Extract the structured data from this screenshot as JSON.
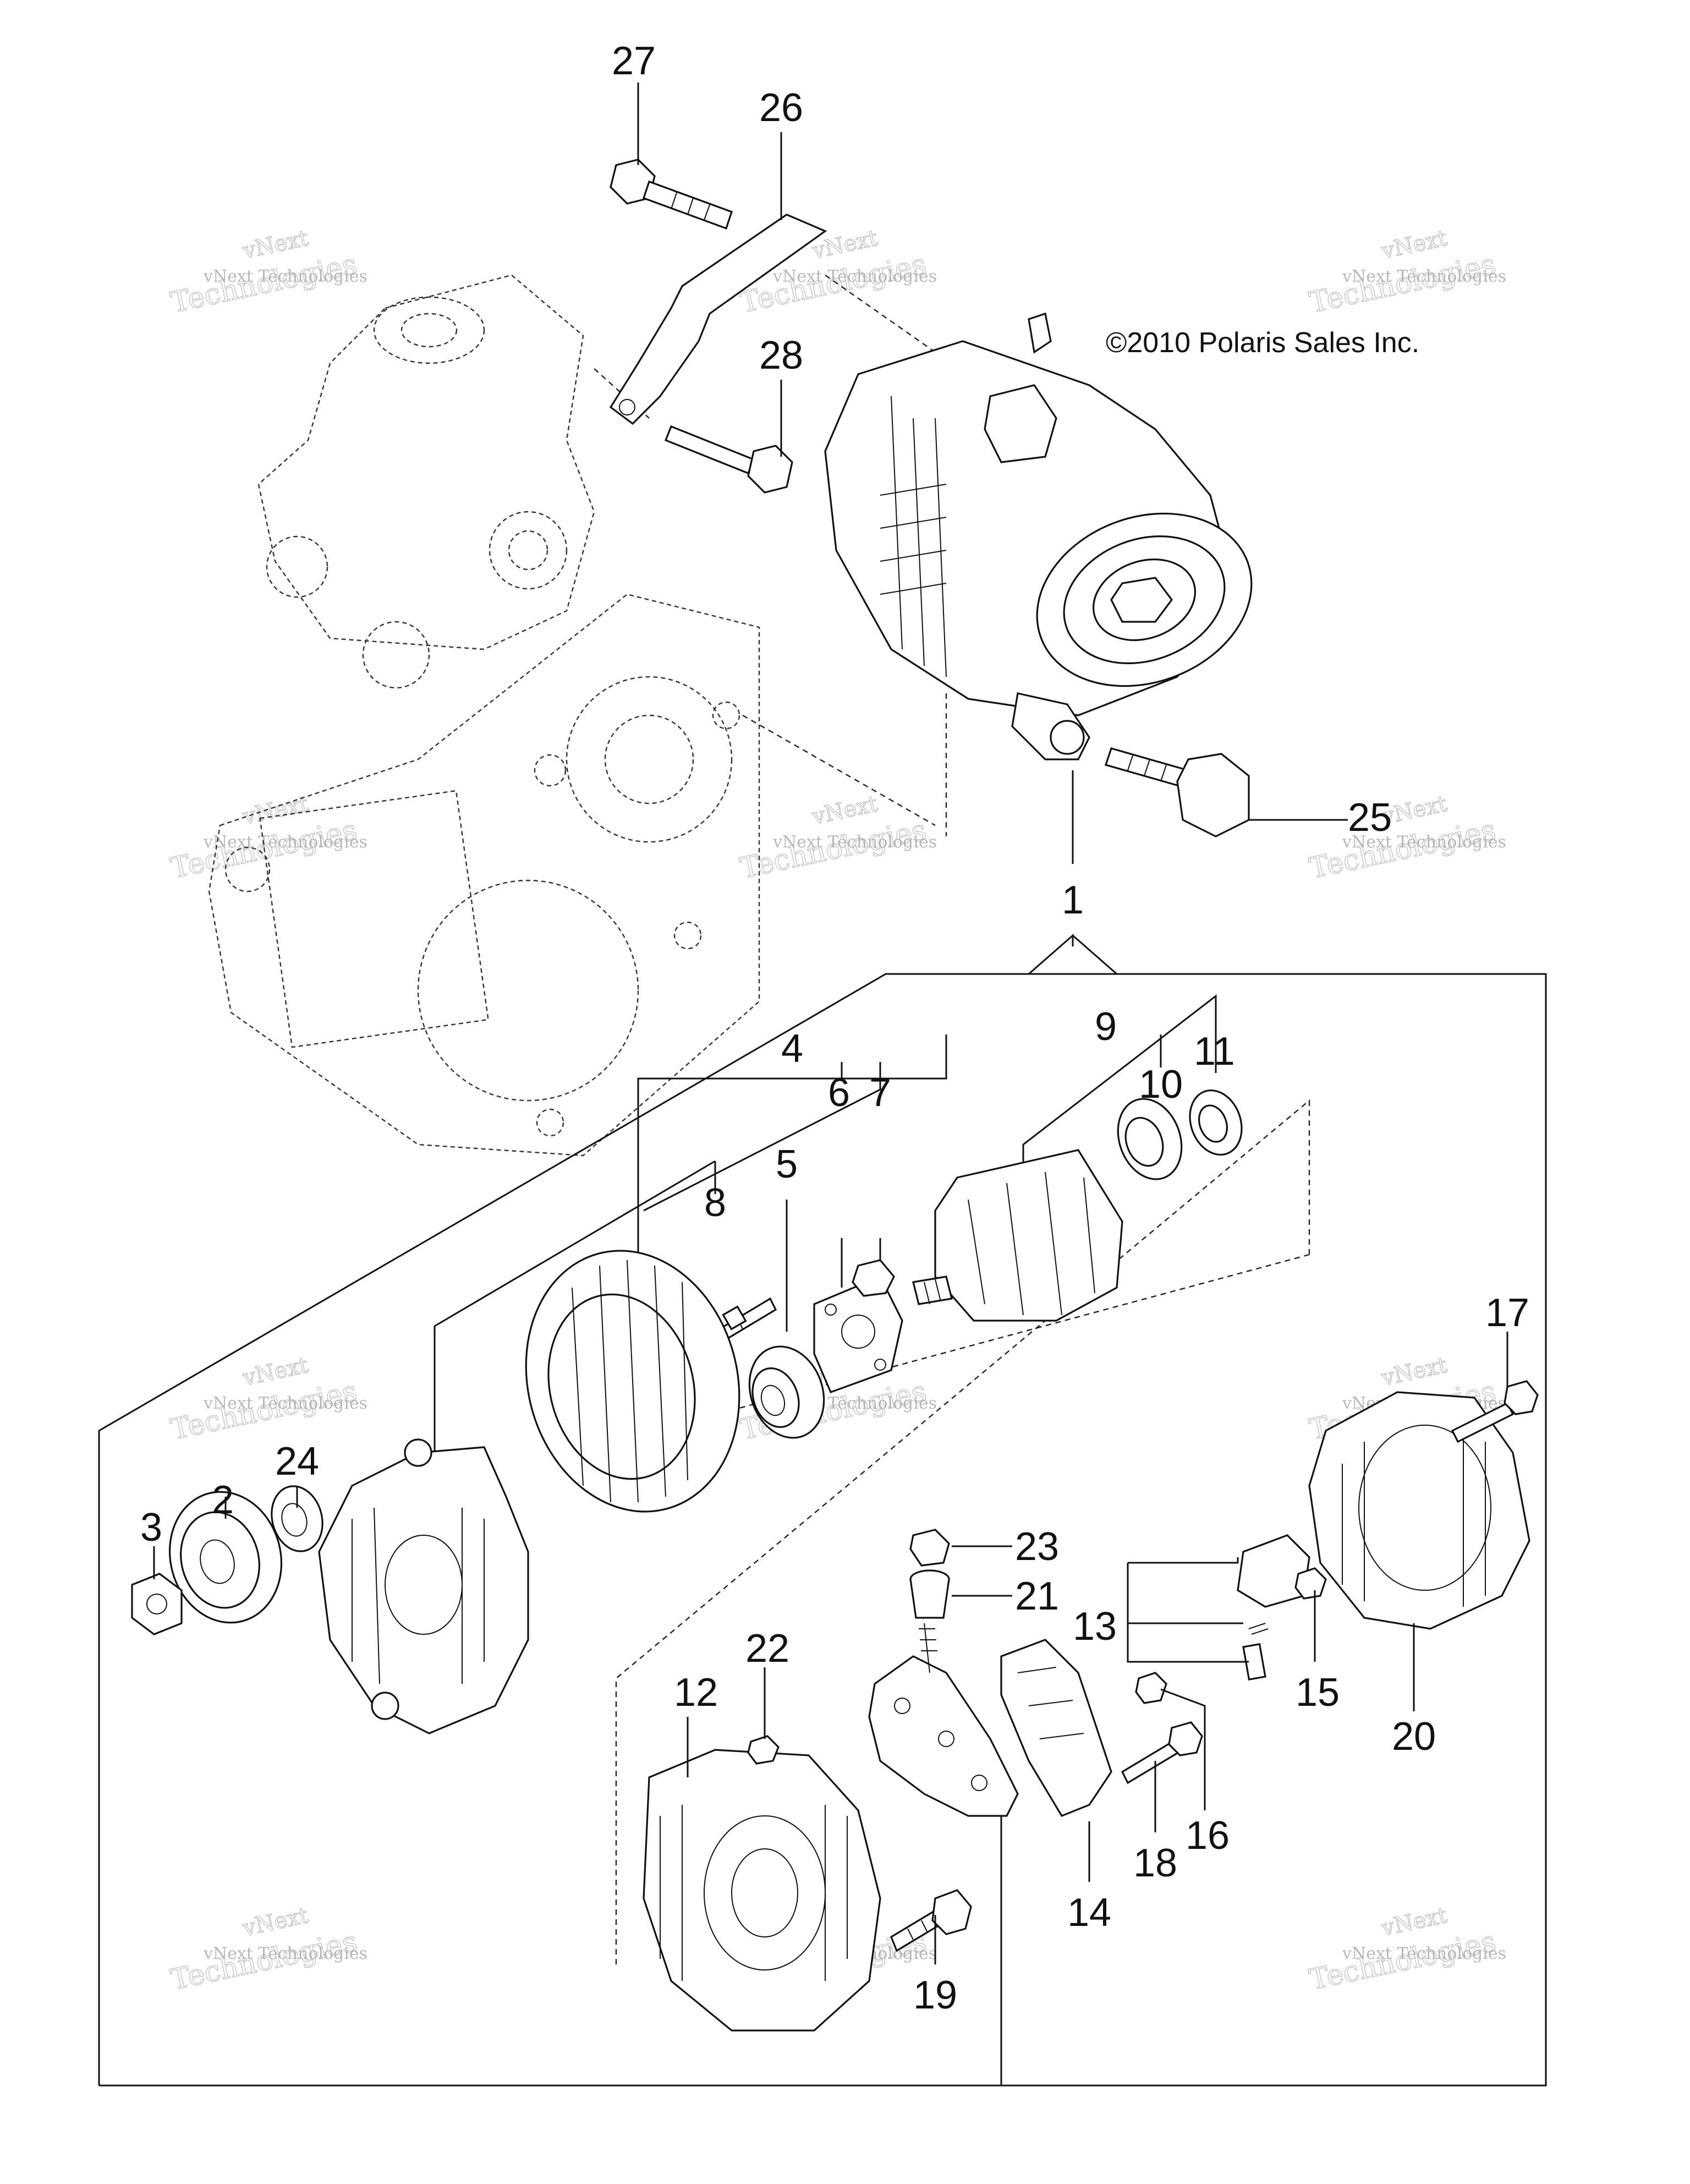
{
  "copyright": "©2010 Polaris Sales Inc.",
  "watermark": {
    "line1": "vNext Technologies",
    "line2": "Technologies",
    "line3": "vNext"
  },
  "callouts": [
    "1",
    "2",
    "3",
    "4",
    "5",
    "6",
    "7",
    "8",
    "9",
    "10",
    "11",
    "12",
    "13",
    "14",
    "15",
    "16",
    "17",
    "18",
    "19",
    "20",
    "21",
    "22",
    "23",
    "24",
    "25",
    "26",
    "27",
    "28"
  ]
}
